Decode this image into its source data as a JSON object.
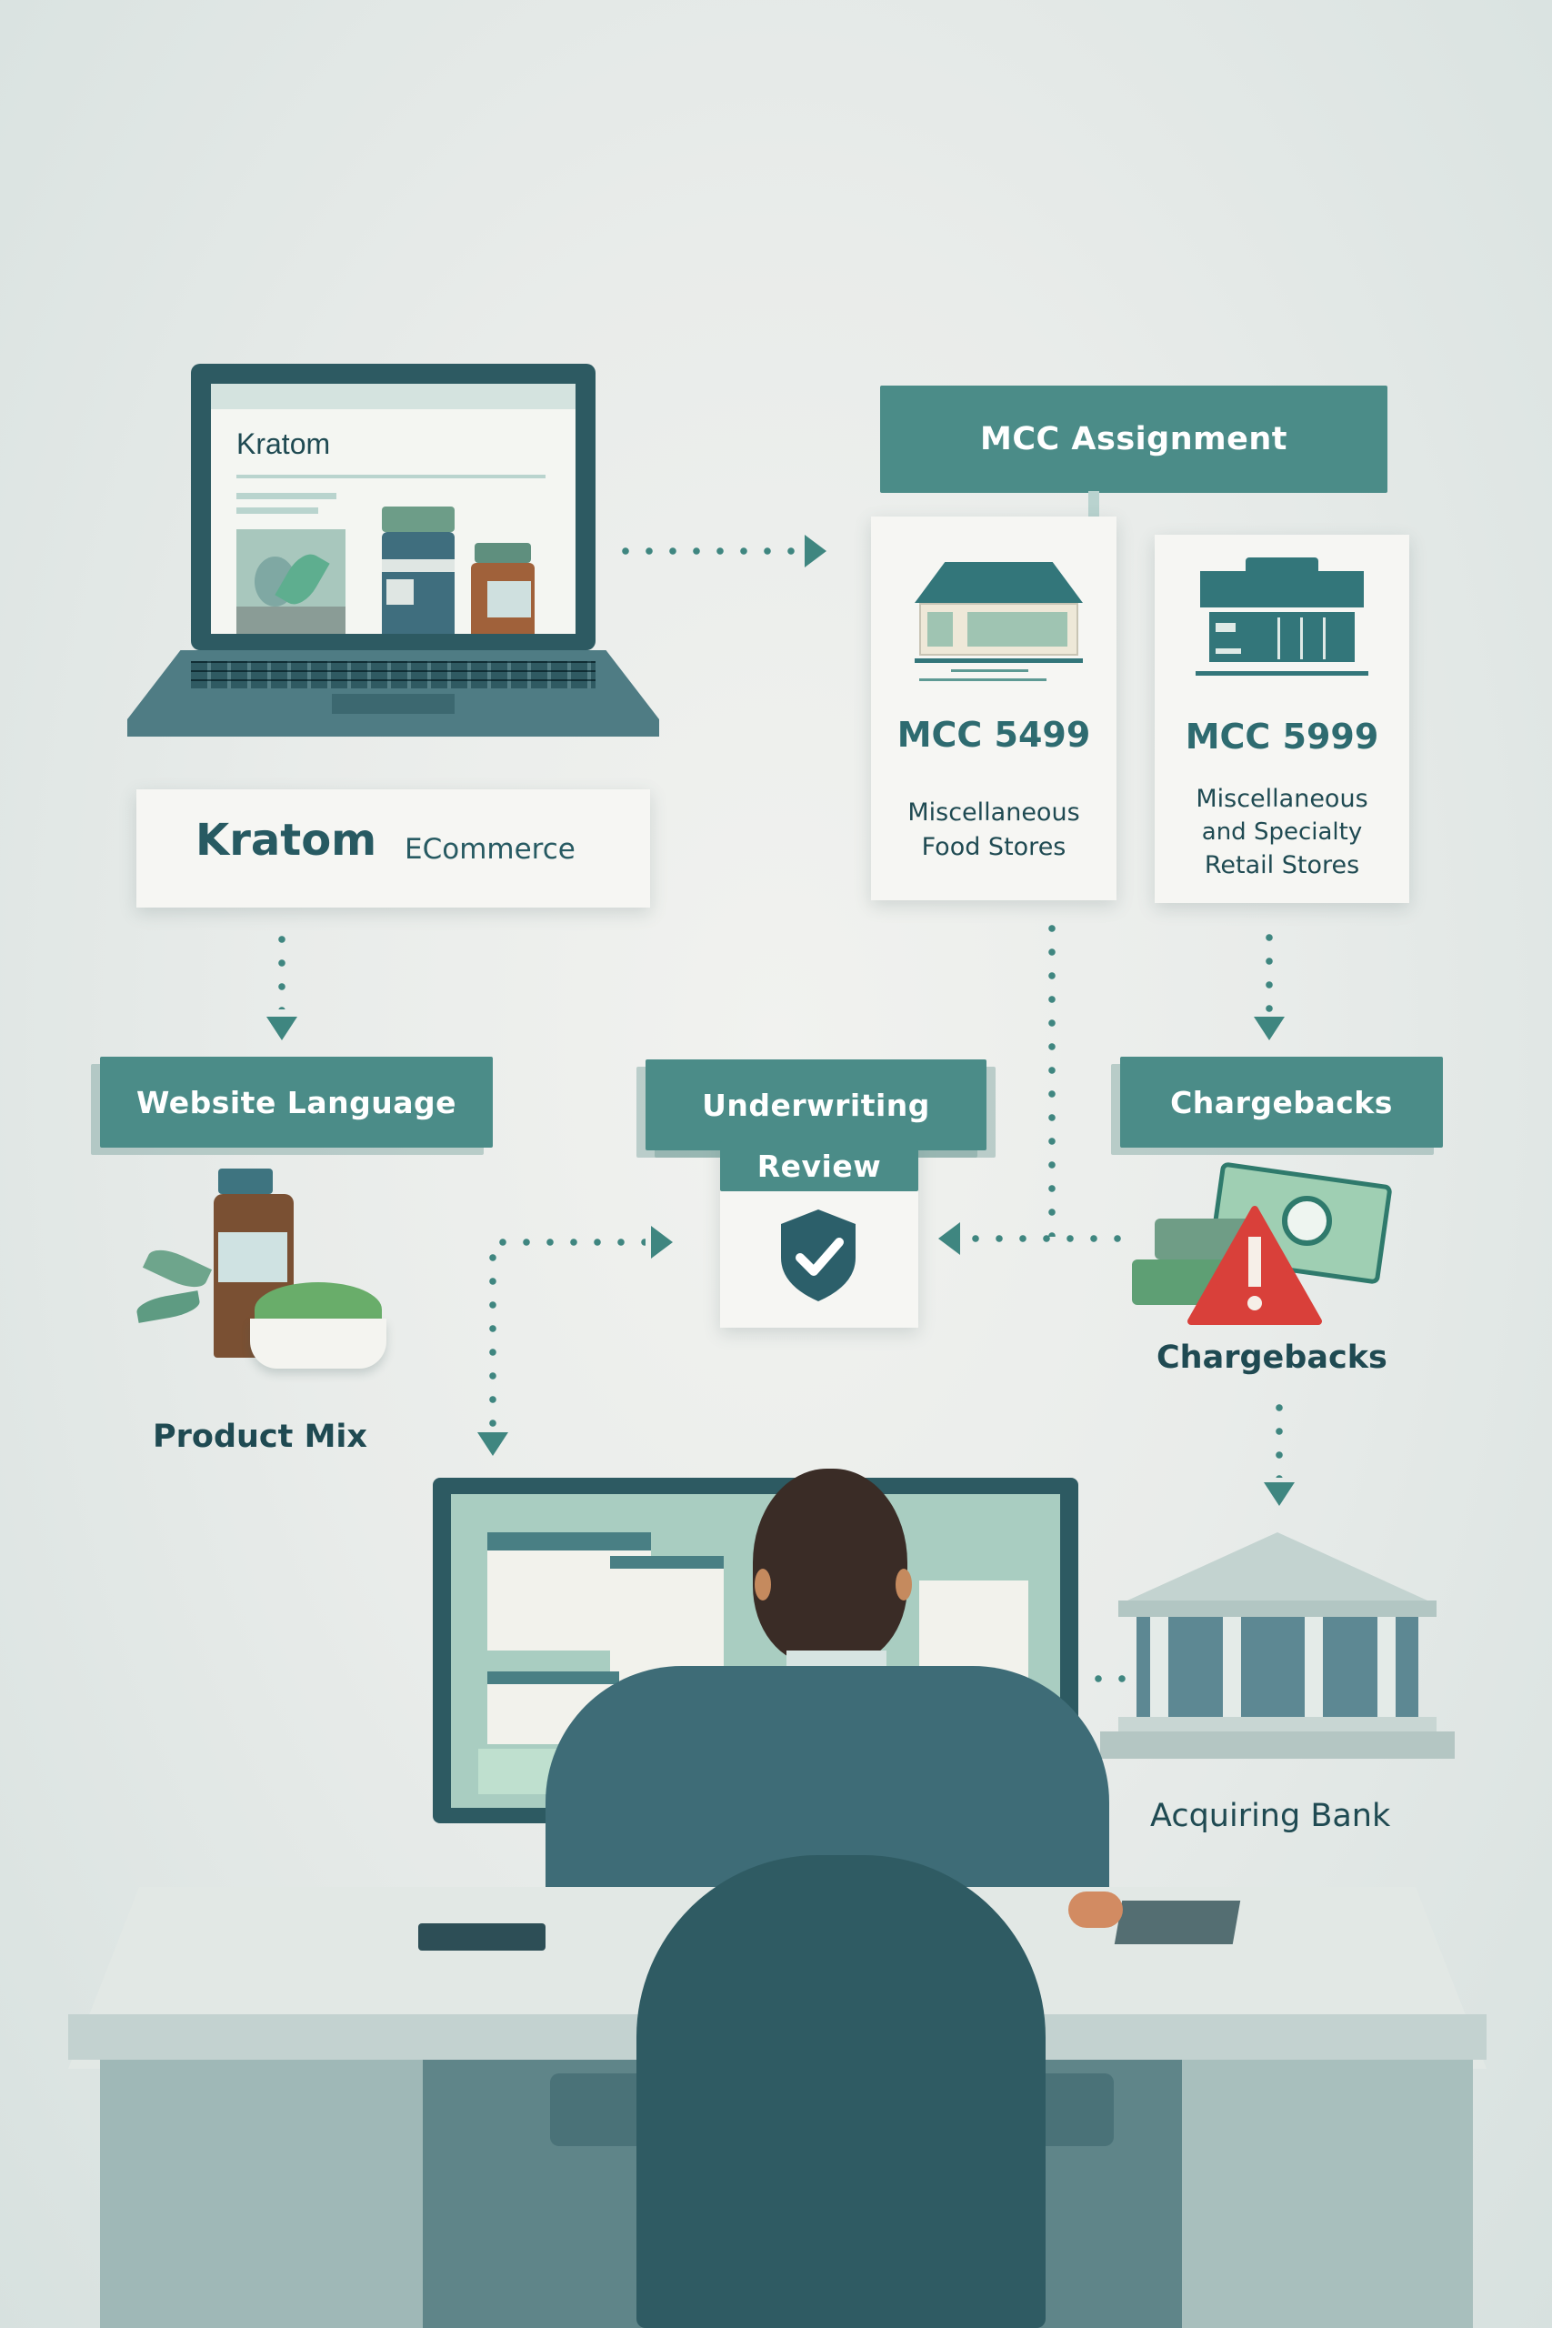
{
  "colors": {
    "banner": "#4b8c88",
    "dark_teal": "#1f4a52",
    "connector": "#3f8680",
    "warning_red": "#d9403a",
    "background": "#e9ecea"
  },
  "laptop": {
    "screen_title": "Kratom",
    "caption_main": "Kratom",
    "caption_sub": "ECommerce"
  },
  "mcc": {
    "header": "MCC Assignment",
    "options": [
      {
        "code": "MCC 5499",
        "desc_line1": "Miscellaneous",
        "desc_line2": "Food Stores",
        "desc_line3": "",
        "icon": "storefront-house-icon"
      },
      {
        "code": "MCC 5999",
        "desc_line1": "Miscellaneous",
        "desc_line2": "and Specialty",
        "desc_line3": "Retail Stores",
        "icon": "retail-store-icon"
      }
    ]
  },
  "website_language": {
    "banner": "Website Language",
    "caption": "Product Mix",
    "icon": "product-bottle-powder-icon"
  },
  "underwriting": {
    "banner_line1": "Underwriting",
    "banner_line2": "Review",
    "icon": "shield-check-icon"
  },
  "chargebacks": {
    "banner": "Chargebacks",
    "caption": "Chargebacks",
    "icon": "money-warning-icon"
  },
  "bank": {
    "caption": "Acquiring Bank",
    "icon": "bank-building-icon"
  },
  "scene": {
    "description": "Underwriter at desk reviewing documents on monitor"
  }
}
